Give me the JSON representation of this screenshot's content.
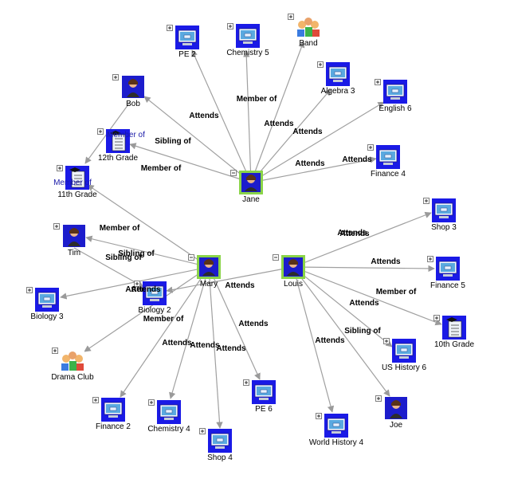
{
  "nodes": [
    {
      "id": "pe2",
      "label": "PE 2",
      "type": "course",
      "expand": "+"
    },
    {
      "id": "chem5",
      "label": "Chemistry 5",
      "type": "course",
      "expand": "+"
    },
    {
      "id": "band",
      "label": "Band",
      "type": "group",
      "expand": "+"
    },
    {
      "id": "alg3",
      "label": "Algebra 3",
      "type": "course",
      "expand": "+"
    },
    {
      "id": "eng6",
      "label": "English 6",
      "type": "course",
      "expand": "+"
    },
    {
      "id": "bob",
      "label": "Bob",
      "type": "person",
      "expand": "+"
    },
    {
      "id": "g12",
      "label": "12th Grade",
      "type": "grade",
      "expand": "+"
    },
    {
      "id": "g11",
      "label": "11th Grade",
      "type": "grade",
      "expand": "+"
    },
    {
      "id": "fin4",
      "label": "Finance 4",
      "type": "course",
      "expand": "+"
    },
    {
      "id": "jane",
      "label": "Jane",
      "type": "person-focus",
      "expand": "−"
    },
    {
      "id": "shop3",
      "label": "Shop 3",
      "type": "course",
      "expand": "+"
    },
    {
      "id": "tim",
      "label": "Tim",
      "type": "person",
      "expand": "+"
    },
    {
      "id": "mary",
      "label": "Mary",
      "type": "person-focus",
      "expand": "−"
    },
    {
      "id": "louis",
      "label": "Louis",
      "type": "person-focus",
      "expand": "−"
    },
    {
      "id": "fin5",
      "label": "Finance 5",
      "type": "course",
      "expand": "+"
    },
    {
      "id": "bio3",
      "label": "Biology 3",
      "type": "course",
      "expand": "+"
    },
    {
      "id": "bio2",
      "label": "Biology 2",
      "type": "course",
      "expand": "+"
    },
    {
      "id": "g10",
      "label": "10th Grade",
      "type": "grade",
      "expand": "+"
    },
    {
      "id": "drama",
      "label": "Drama Club",
      "type": "group",
      "expand": "+"
    },
    {
      "id": "ush6",
      "label": "US History 6",
      "type": "course",
      "expand": "+"
    },
    {
      "id": "joe",
      "label": "Joe",
      "type": "person",
      "expand": "+"
    },
    {
      "id": "pe6",
      "label": "PE 6",
      "type": "course",
      "expand": "+"
    },
    {
      "id": "fin2",
      "label": "Finance 2",
      "type": "course",
      "expand": "+"
    },
    {
      "id": "chem4",
      "label": "Chemistry 4",
      "type": "course",
      "expand": "+"
    },
    {
      "id": "wh4",
      "label": "World History 4",
      "type": "course",
      "expand": "+"
    },
    {
      "id": "shop4",
      "label": "Shop 4",
      "type": "course",
      "expand": "+"
    }
  ],
  "edges": [
    {
      "from": "jane",
      "to": "pe2",
      "label": "Attends"
    },
    {
      "from": "jane",
      "to": "chem5",
      "label": "Member of"
    },
    {
      "from": "jane",
      "to": "band",
      "label": "Attends"
    },
    {
      "from": "jane",
      "to": "alg3",
      "label": "Attends"
    },
    {
      "from": "jane",
      "to": "eng6",
      "label": "Attends"
    },
    {
      "from": "jane",
      "to": "fin4",
      "label": "Attends"
    },
    {
      "from": "jane",
      "to": "g12",
      "label": "Member of"
    },
    {
      "from": "jane",
      "to": "bob",
      "label": "Sibling of"
    },
    {
      "from": "bob",
      "to": "g11",
      "label": ""
    },
    {
      "from": "mary",
      "to": "g11",
      "label": "Member of"
    },
    {
      "from": "mary",
      "to": "tim",
      "label": "Sibling of"
    },
    {
      "from": "tim",
      "to": "bio2",
      "label": "Attends"
    },
    {
      "from": "mary",
      "to": "bio3",
      "label": ""
    },
    {
      "from": "mary",
      "to": "drama",
      "label": "Member of"
    },
    {
      "from": "mary",
      "to": "fin2",
      "label": "Attends"
    },
    {
      "from": "mary",
      "to": "chem4",
      "label": "Attends"
    },
    {
      "from": "mary",
      "to": "shop4",
      "label": "Attends"
    },
    {
      "from": "mary",
      "to": "pe6",
      "label": "Attends"
    },
    {
      "from": "louis",
      "to": "bio2",
      "label": "Attends"
    },
    {
      "from": "louis",
      "to": "shop3",
      "label": "Attends"
    },
    {
      "from": "louis",
      "to": "fin5",
      "label": "Attends"
    },
    {
      "from": "louis",
      "to": "g10",
      "label": "Member of"
    },
    {
      "from": "louis",
      "to": "ush6",
      "label": "Attends"
    },
    {
      "from": "louis",
      "to": "joe",
      "label": "Sibling of"
    },
    {
      "from": "louis",
      "to": "wh4",
      "label": "Attends"
    }
  ],
  "overlay_labels": [
    {
      "text": "Member of",
      "style": "blue"
    },
    {
      "text": "Member of",
      "style": "blue"
    },
    {
      "text": "Sibling of",
      "style": "bold"
    },
    {
      "text": "Attends",
      "style": "bold"
    },
    {
      "text": "Attends",
      "style": "bold"
    }
  ],
  "colors": {
    "edge": "#a0a0a0",
    "course_frame": "#1a1ae6",
    "course_screen": "#5aa9e0",
    "focus_frame": "#8ad448",
    "person_bg": "#1c1ccc",
    "label_blue": "#1a1aa8"
  }
}
